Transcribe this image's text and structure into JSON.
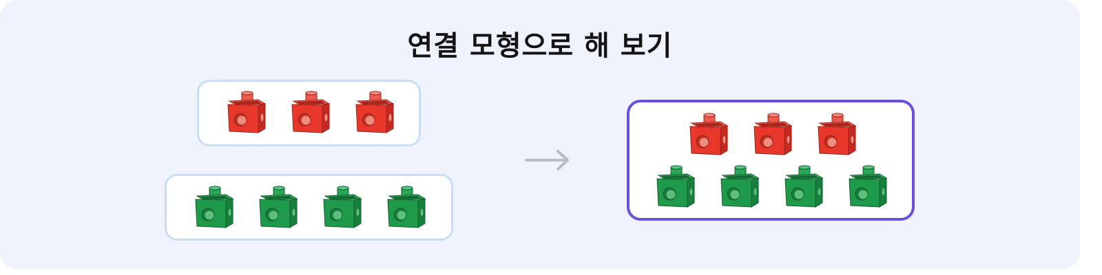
{
  "title": "연결 모형으로 해 보기",
  "colors": {
    "background": "#eff3fd",
    "box_border": "#c9ddf6",
    "result_border": "#6a4ee0",
    "arrow": "#b8bcc4",
    "red_cube": "#e8372b",
    "green_cube": "#1f9a4a"
  },
  "groups": [
    {
      "color": "red",
      "count": 3
    },
    {
      "color": "green",
      "count": 4
    }
  ],
  "result": {
    "red_count": 3,
    "green_count": 4
  },
  "arrow_icon": "right-arrow-icon",
  "cube_icon": "linking-cube-icon"
}
